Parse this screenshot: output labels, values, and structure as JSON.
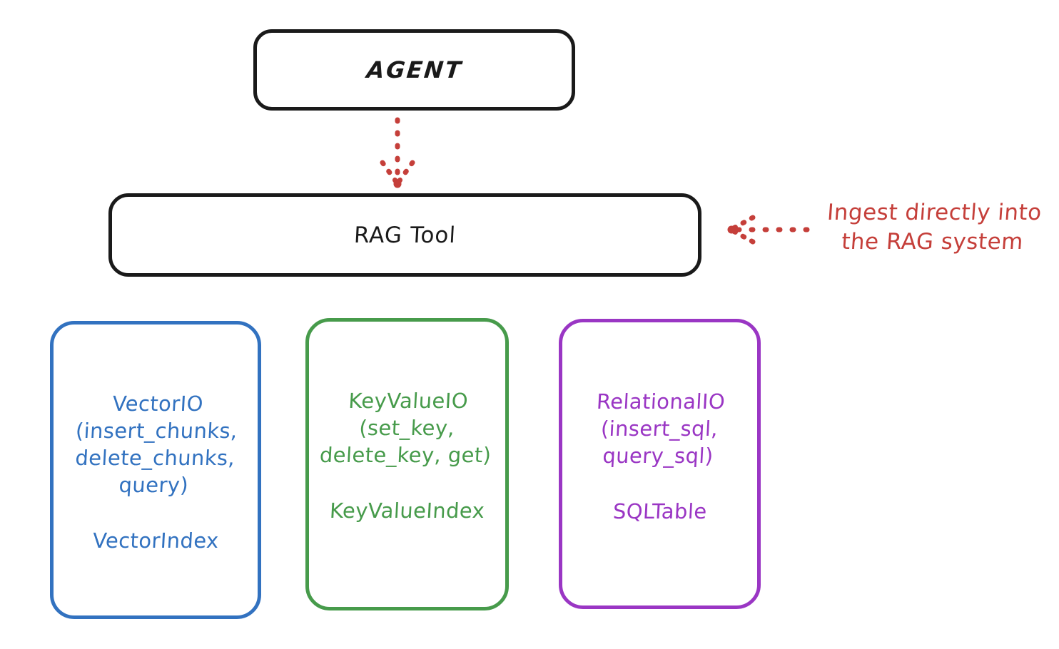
{
  "diagram": {
    "title": "RAG Tool architecture diagram",
    "background": "#ffffff",
    "colors": {
      "black": "#1a1a1a",
      "blue": "#3272c0",
      "green": "#479b4b",
      "purple": "#9a36c4",
      "red": "#c53f3a"
    }
  },
  "nodes": {
    "agent": {
      "label": "AGENT",
      "color": "#1a1a1a"
    },
    "rag_tool": {
      "label": "RAG Tool",
      "color": "#1a1a1a"
    },
    "vector": {
      "api": "VectorIO\n(insert_chunks,\ndelete_chunks,\nquery)",
      "index": "VectorIndex",
      "color": "#3272c0"
    },
    "keyvalue": {
      "api": "KeyValueIO\n(set_key,\ndelete_key, get)",
      "index": "KeyValueIndex",
      "color": "#479b4b"
    },
    "relational": {
      "api": "RelationalIO\n(insert_sql,\nquery_sql)",
      "index": "SQLTable",
      "color": "#9a36c4"
    }
  },
  "annotations": {
    "ingest": {
      "text": "Ingest directly into\nthe RAG system",
      "color": "#c53f3a"
    }
  },
  "connectors": {
    "agent_to_rag": {
      "style": "dotted",
      "direction": "down",
      "color": "#c53f3a"
    },
    "ingest_to_rag": {
      "style": "dotted",
      "direction": "left",
      "color": "#c53f3a"
    }
  }
}
